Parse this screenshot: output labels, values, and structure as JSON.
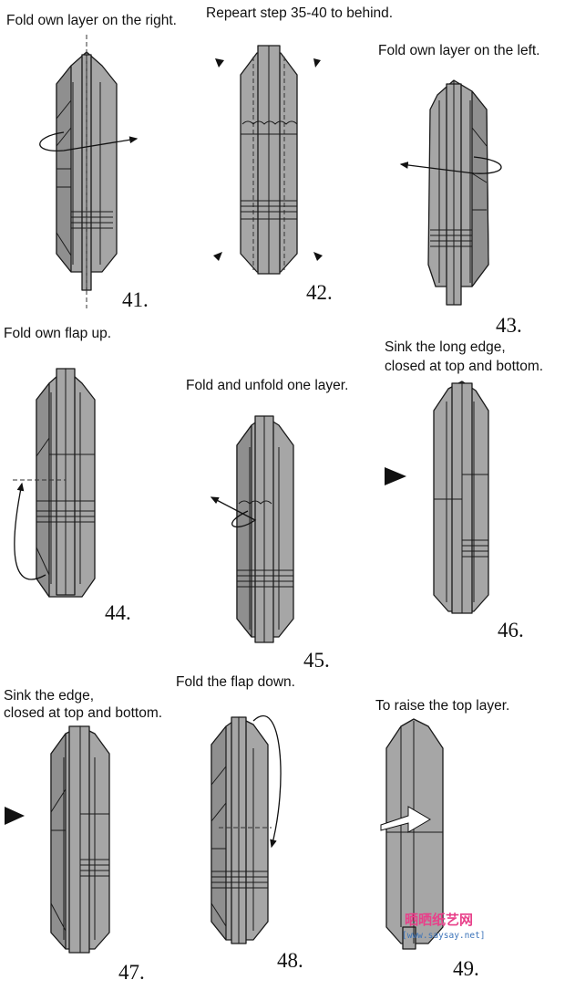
{
  "captions": {
    "c41": "Fold own layer on the right.",
    "c42": "Repeart step 35-40 to behind.",
    "c43": "Fold own layer on the left.",
    "c44": "Fold own flap up.",
    "c45": "Fold and unfold one layer.",
    "c46a": "Sink the long edge,",
    "c46b": "closed at top and bottom.",
    "c47a": "Sink the  edge,",
    "c47b": "closed at top and bottom.",
    "c48": "Fold the flap down.",
    "c49": "To raise the top layer."
  },
  "steps": {
    "s41": "41.",
    "s42": "42.",
    "s43": "43.",
    "s44": "44.",
    "s45": "45.",
    "s46": "46.",
    "s47": "47.",
    "s48": "48.",
    "s49": "49."
  },
  "watermark": {
    "main": "晒晒纸艺网",
    "sub": "[www.saysay.net]"
  },
  "colors": {
    "paper": "#a6a6a6",
    "line": "#1a1a1a",
    "watermark_pink": "#e8408a",
    "watermark_blue": "#3b73b9"
  }
}
